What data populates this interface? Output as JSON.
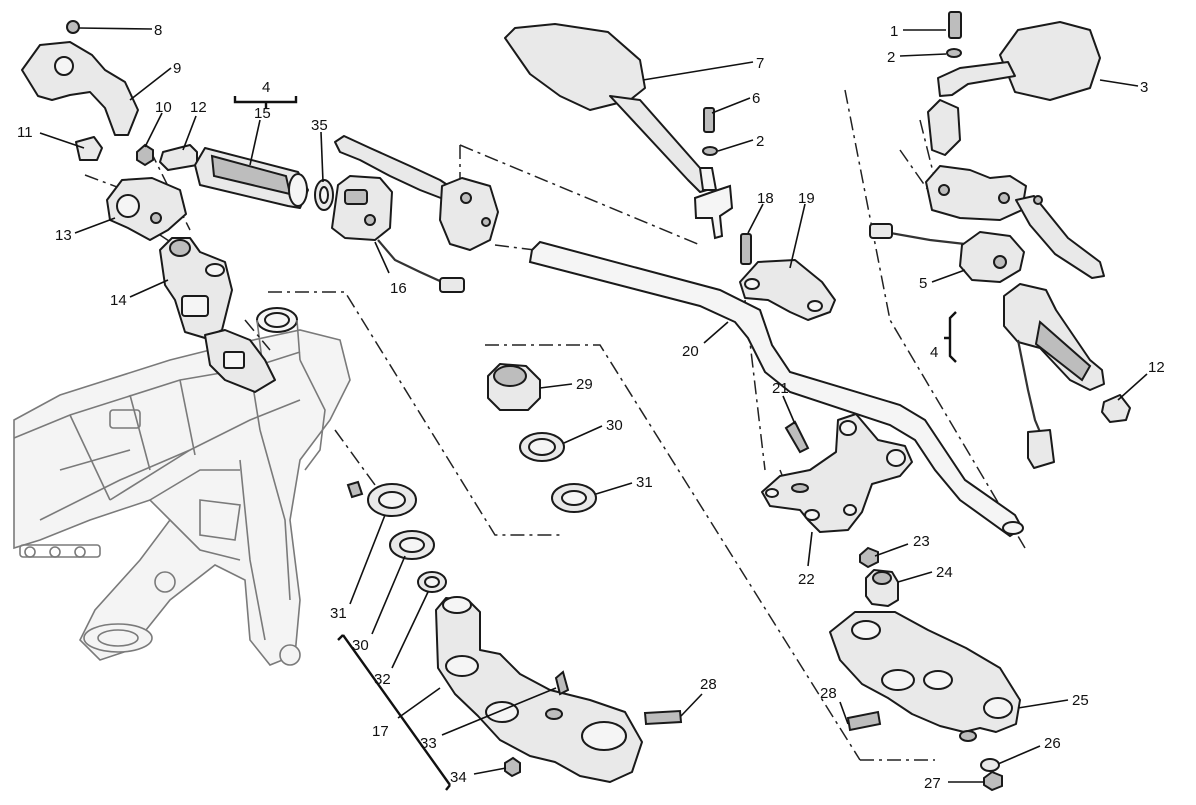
{
  "callouts": [
    {
      "id": "c8",
      "text": "8"
    },
    {
      "id": "c9",
      "text": "9"
    },
    {
      "id": "c10",
      "text": "10"
    },
    {
      "id": "c12a",
      "text": "12"
    },
    {
      "id": "c11",
      "text": "11"
    },
    {
      "id": "c13",
      "text": "13"
    },
    {
      "id": "c14",
      "text": "14"
    },
    {
      "id": "c4a",
      "text": "4"
    },
    {
      "id": "c15",
      "text": "15"
    },
    {
      "id": "c35",
      "text": "35"
    },
    {
      "id": "c16",
      "text": "16"
    },
    {
      "id": "c7",
      "text": "7"
    },
    {
      "id": "c6",
      "text": "6"
    },
    {
      "id": "c2a",
      "text": "2"
    },
    {
      "id": "c18",
      "text": "18"
    },
    {
      "id": "c19",
      "text": "19"
    },
    {
      "id": "c20",
      "text": "20"
    },
    {
      "id": "c1",
      "text": "1"
    },
    {
      "id": "c2b",
      "text": "2"
    },
    {
      "id": "c3",
      "text": "3"
    },
    {
      "id": "c5",
      "text": "5"
    },
    {
      "id": "c4b",
      "text": "4"
    },
    {
      "id": "c12b",
      "text": "12"
    },
    {
      "id": "c21",
      "text": "21"
    },
    {
      "id": "c22",
      "text": "22"
    },
    {
      "id": "c23",
      "text": "23"
    },
    {
      "id": "c24",
      "text": "24"
    },
    {
      "id": "c29",
      "text": "29"
    },
    {
      "id": "c30a",
      "text": "30"
    },
    {
      "id": "c31a",
      "text": "31"
    },
    {
      "id": "c31b",
      "text": "31"
    },
    {
      "id": "c30b",
      "text": "30"
    },
    {
      "id": "c32",
      "text": "32"
    },
    {
      "id": "c17",
      "text": "17"
    },
    {
      "id": "c33",
      "text": "33"
    },
    {
      "id": "c28a",
      "text": "28"
    },
    {
      "id": "c34",
      "text": "34"
    },
    {
      "id": "c28b",
      "text": "28"
    },
    {
      "id": "c25",
      "text": "25"
    },
    {
      "id": "c26",
      "text": "26"
    },
    {
      "id": "c27",
      "text": "27"
    }
  ]
}
